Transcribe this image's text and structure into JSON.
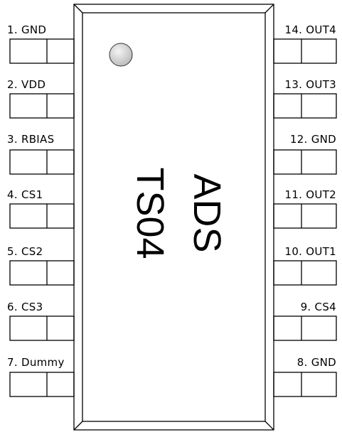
{
  "package": {
    "marking": {
      "line1": "ADS",
      "line2": "TS04"
    }
  },
  "pins": {
    "left": [
      {
        "label": "1. GND"
      },
      {
        "label": "2. VDD"
      },
      {
        "label": "3. RBIAS"
      },
      {
        "label": "4. CS1"
      },
      {
        "label": "5. CS2"
      },
      {
        "label": "6. CS3"
      },
      {
        "label": "7. Dummy"
      }
    ],
    "right": [
      {
        "label": "14. OUT4"
      },
      {
        "label": "13. OUT3"
      },
      {
        "label": "12. GND"
      },
      {
        "label": "11. OUT2"
      },
      {
        "label": "10. OUT1"
      },
      {
        "label": "9. CS4"
      },
      {
        "label": "8. GND"
      }
    ]
  }
}
